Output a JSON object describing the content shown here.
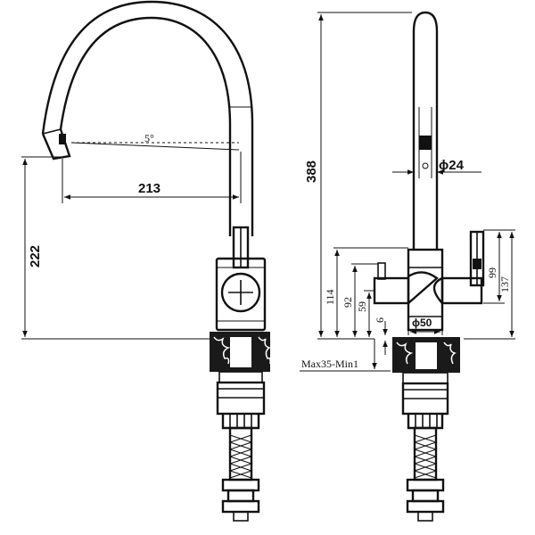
{
  "front_view": {
    "angle_label": "5°",
    "reach_label": "213",
    "height_label": "222"
  },
  "side_view": {
    "total_height_label": "388",
    "spout_diameter_label": "ϕ24",
    "body_diameter_label": "ϕ50",
    "dim_114": "114",
    "dim_92": "92",
    "dim_59": "59",
    "dim_6": "6",
    "dim_99": "99",
    "dim_137": "137",
    "deck_thickness_label": "Max35-Min1"
  }
}
